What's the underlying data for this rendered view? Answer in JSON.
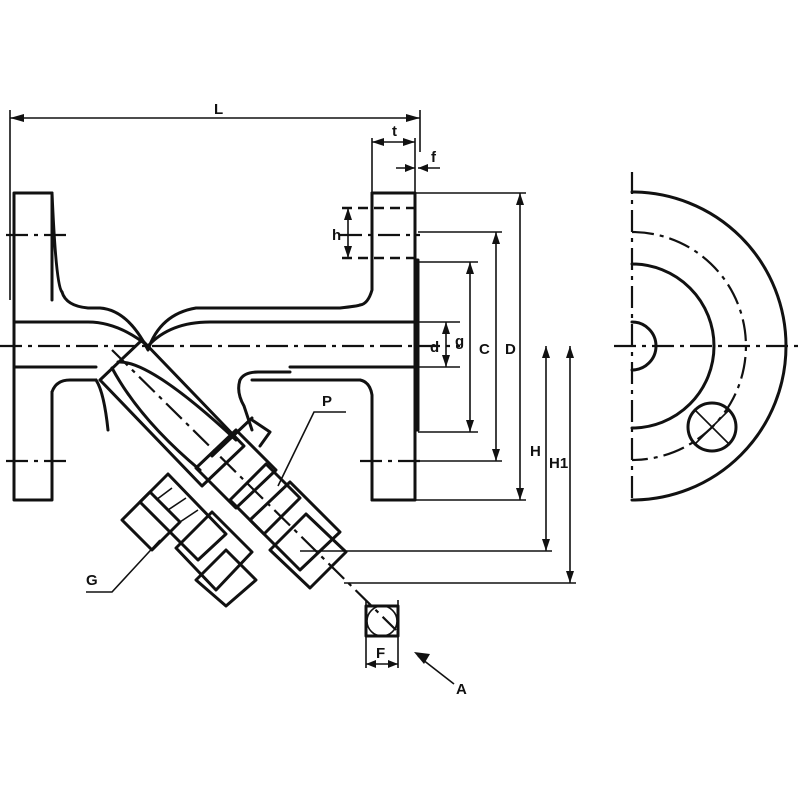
{
  "labels": {
    "L": "L",
    "t": "t",
    "f": "f",
    "h": "h",
    "d": "d",
    "g": "g",
    "C": "C",
    "D": "D",
    "H": "H",
    "H1": "H1",
    "P": "P",
    "G": "G",
    "A": "A",
    "F": "F"
  },
  "colors": {
    "line": "#111111",
    "background": "#ffffff"
  }
}
